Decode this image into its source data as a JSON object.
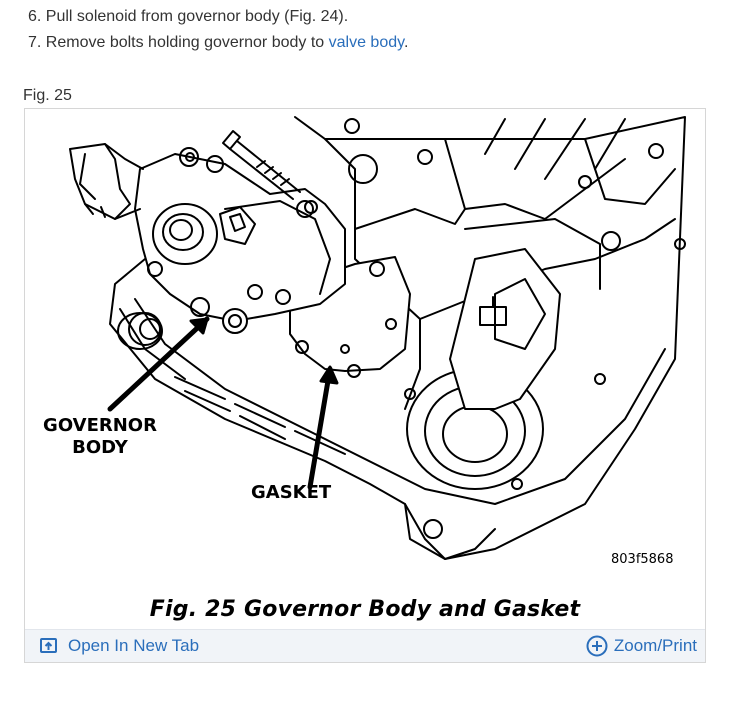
{
  "steps": [
    {
      "text": "6. Pull solenoid from governor body (Fig. 24)."
    },
    {
      "prefix": "7. Remove bolts holding governor body to ",
      "link": "valve body",
      "suffix": "."
    }
  ],
  "figure": {
    "label": "Fig. 25",
    "callouts": {
      "governor_line1": "GOVERNOR",
      "governor_line2": "BODY",
      "gasket": "GASKET"
    },
    "image_code": "803f5868",
    "caption": "Fig. 25 Governor Body and Gasket"
  },
  "toolbar": {
    "open_tab_label": "Open In New Tab",
    "open_tab_icon": "open-new-tab-icon",
    "zoom_label": "Zoom/Print",
    "zoom_icon": "zoom-plus-icon"
  },
  "colors": {
    "link": "#2a6ebb",
    "text": "#333333",
    "toolbar_bg": "#f1f4f8"
  }
}
